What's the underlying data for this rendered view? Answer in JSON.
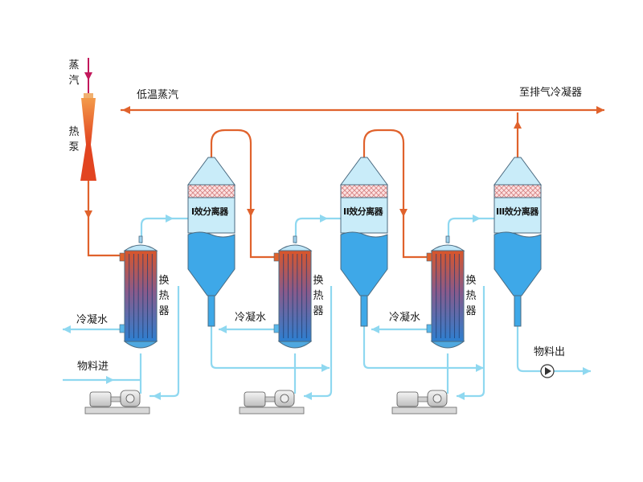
{
  "labels": {
    "steam": "蒸汽",
    "heat_pump": "热泵",
    "low_temp_steam": "低温蒸汽",
    "to_exhaust_condenser": "至排气冷凝器",
    "cooling_water_1": "冷凝水",
    "cooling_water_2": "冷凝水",
    "cooling_water_3": "冷凝水",
    "feed_in": "物料进",
    "product_out": "物料出",
    "heat_exchanger_1": "换热器",
    "heat_exchanger_2": "换热器",
    "heat_exchanger_3": "换热器",
    "separator_1": "I效分离器",
    "separator_2": "II效分离器",
    "separator_3": "III效分离器"
  },
  "colors": {
    "steam_line": "#e0622c",
    "liquid_line": "#8fd8f0",
    "vessel_liquid": "#3ea8e8",
    "vessel_body": "#c9ecf9",
    "vessel_outline": "#4a6a80",
    "exchanger_hot": "#d9562a",
    "exchanger_cold": "#2d7fd0",
    "pump_body": "#e9e9e9",
    "demister": "#e8a0a0",
    "vacuum_line": "#c2185b"
  }
}
